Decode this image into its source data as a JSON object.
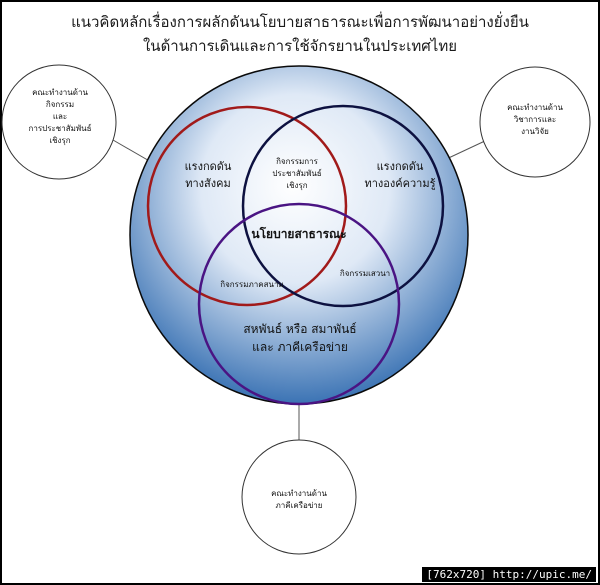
{
  "title": {
    "line1": "แนวคิดหลักเรื่องการผลักดันนโยบายสาธารณะเพื่อการพัฒนาอย่างยั่งยืน",
    "line2": "ในด้านการเดินและการใช้จักรยานในประเทศไทย"
  },
  "outer_nodes": {
    "left": [
      "คณะทำงานด้าน",
      "กิจกรรม",
      "และ",
      "การประชาสัมพันธ์",
      "เชิงรุก"
    ],
    "right": [
      "คณะทำงานด้าน",
      "วิชาการและ",
      "งานวิจัย"
    ],
    "bottom": [
      "คณะทำงานด้าน",
      "ภาคีเครือข่าย"
    ]
  },
  "circles": {
    "social": [
      "แรงกดดัน",
      "ทางสังคม"
    ],
    "knowledge": [
      "แรงกดดัน",
      "ทางองค์ความรู้"
    ],
    "network": [
      "สหพันธ์ หรือ สมาพันธ์",
      "และ ภาคีเครือข่าย"
    ]
  },
  "overlaps": {
    "social_knowledge": [
      "กิจกรรมการ",
      "ประชาสัมพันธ์",
      "เชิงรุก"
    ],
    "social_network": "กิจกรรมภาคสนาม",
    "knowledge_network": "กิจกรรมเสวนา",
    "center": "นโยบายสาธารณะ"
  },
  "colors": {
    "social_circle": "#a11a1a",
    "knowledge_circle": "#0d1140",
    "network_circle": "#4a1483",
    "sphere_light": "#ffffff",
    "sphere_dark": "#3b73b4"
  },
  "footer": "[762x720] http://upic.me/"
}
